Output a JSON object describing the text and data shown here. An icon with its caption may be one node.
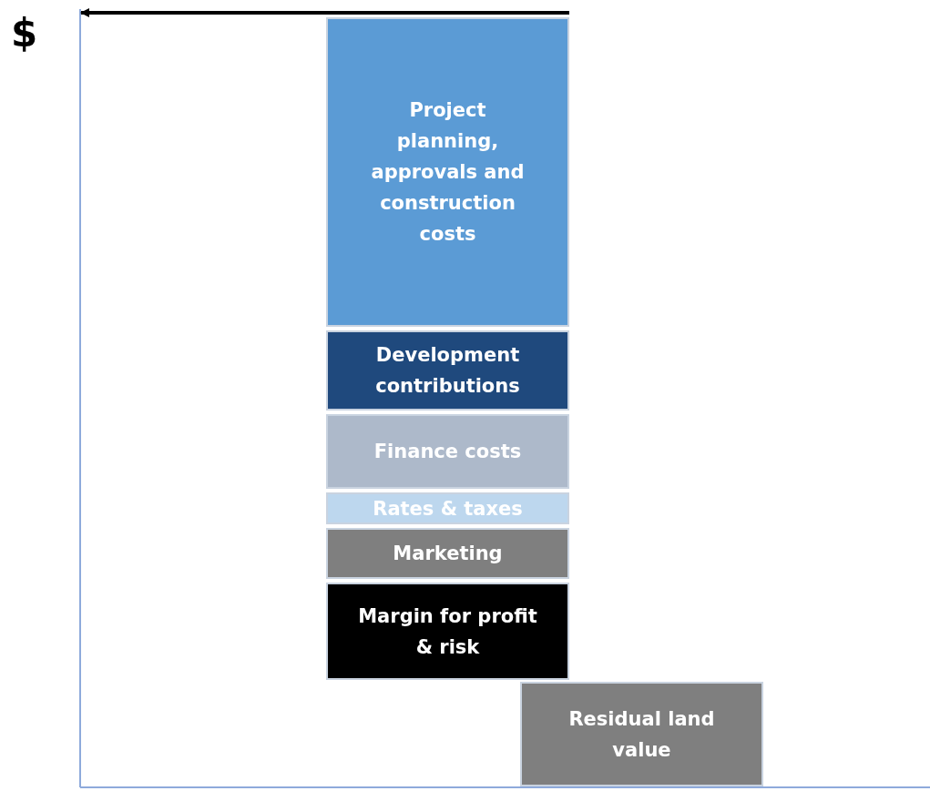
{
  "diagram": {
    "nodes": [
      {
        "text": [
          "Project planning, approvals and construction costs"
        ]
      },
      {
        "text": [
          "Development contributions"
        ]
      },
      {
        "text": [
          "Finance costs"
        ]
      },
      {
        "text": [
          "Rates & taxes"
        ]
      },
      {
        "text": [
          "Marketing"
        ]
      },
      {
        "text": [
          "Margin for profit & risk"
        ]
      },
      {
        "text": [
          "Residual land value"
        ]
      }
    ],
    "labels": [
      "$"
    ]
  }
}
